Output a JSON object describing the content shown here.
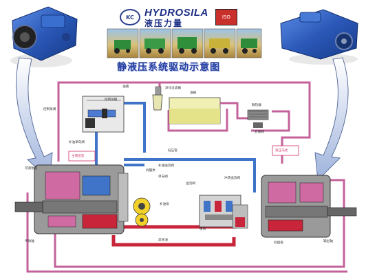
{
  "header": {
    "logo_left_text": "KC",
    "brand_en": "HYDROSILA",
    "brand_cn": "液压力量",
    "logo_right_text": "ISO"
  },
  "title": "静液压系统驱动示意图",
  "labels": {
    "reservoir_top": "油箱",
    "filter": "净化过滤器",
    "tank": "油箱",
    "cooler": "散热器",
    "bypass": "旁通阀",
    "pump_control": "控制泵阀",
    "control_valve": "控制伺服",
    "variable_pump": "可调泵量",
    "pump_unit": "伺服泵",
    "left_box": "主液压泵",
    "right_box": "液压马达",
    "charge_relief": "补油溢流阀",
    "check_valve": "单向阀",
    "charge_pump": "补油泵",
    "check_valves": "补油单向阀",
    "high_press": "高压油",
    "relief": "溢流阀",
    "shuttle": "梭阀",
    "flush_relief": "冲洗溢流阀",
    "low_pressure": "低压管",
    "motor_swash": "斜盘角",
    "output_shaft": "输出轴",
    "input_shaft": "传动轴"
  },
  "colors": {
    "high_pressure": "#c8253a",
    "low_pressure": "#3f74c8",
    "pilot": "#c3619a",
    "pump_body": "#8a8a8a",
    "component_blue": "#2f62c6"
  }
}
